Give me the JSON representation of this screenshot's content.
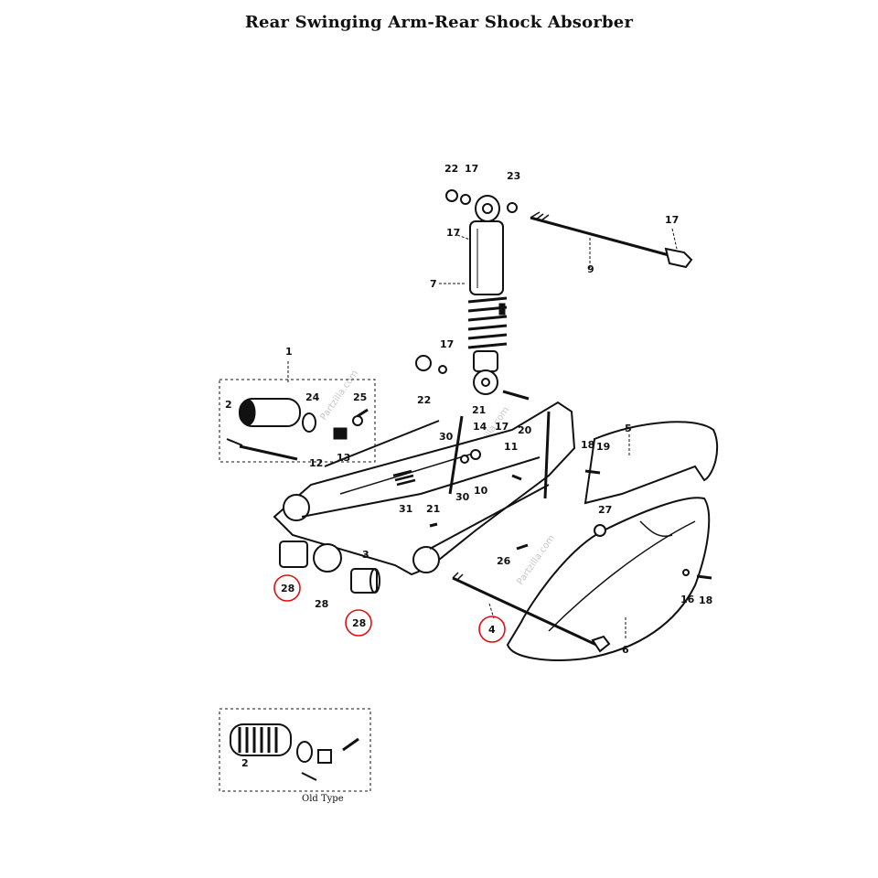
{
  "title": "Rear Swinging Arm-Rear Shock Absorber",
  "callouts": {
    "c1": "1",
    "c2": "2",
    "c3": "3",
    "c4": "4",
    "c5": "5",
    "c6": "6",
    "c7": "7",
    "c9": "9",
    "c10": "10",
    "c11": "11",
    "c12": "12",
    "c13": "13",
    "c14": "14",
    "c16": "16",
    "c17a": "17",
    "c17b": "17",
    "c17c": "17",
    "c17d": "17",
    "c17e": "17",
    "c18a": "18",
    "c18b": "18",
    "c19": "19",
    "c20": "20",
    "c21a": "21",
    "c21b": "21",
    "c22a": "22",
    "c22b": "22",
    "c23": "23",
    "c24": "24",
    "c25": "25",
    "c26": "26",
    "c27": "27",
    "c28a": "28",
    "c28b": "28",
    "c28c": "28",
    "c30a": "30",
    "c30b": "30",
    "c31": "31",
    "c2b": "2"
  },
  "inset_caption": "Old Type",
  "highlight_color": "#d11111",
  "watermark": "Partzilla.com"
}
